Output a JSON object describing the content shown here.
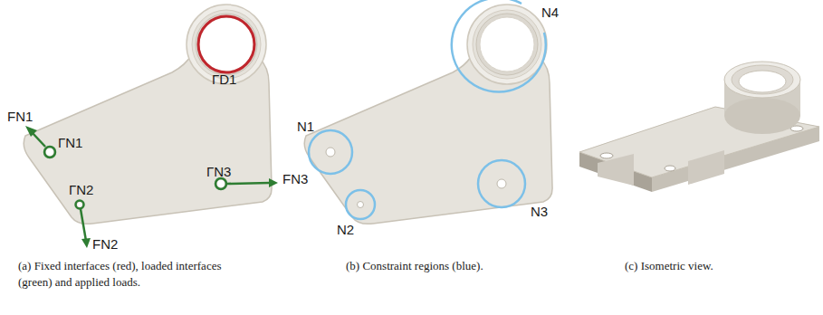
{
  "diagram": {
    "labels": [
      "ΓD1",
      "FN1",
      "ΓN1",
      "ΓN2",
      "FN2",
      "ΓN3",
      "FN3",
      "N4",
      "N1",
      "N2",
      "N3",
      "(a) Fixed interfaces (red), loaded interfaces (green) and applied loads.",
      "(b) Constraint regions (blue).",
      "(c) Isometric view."
    ]
  }
}
